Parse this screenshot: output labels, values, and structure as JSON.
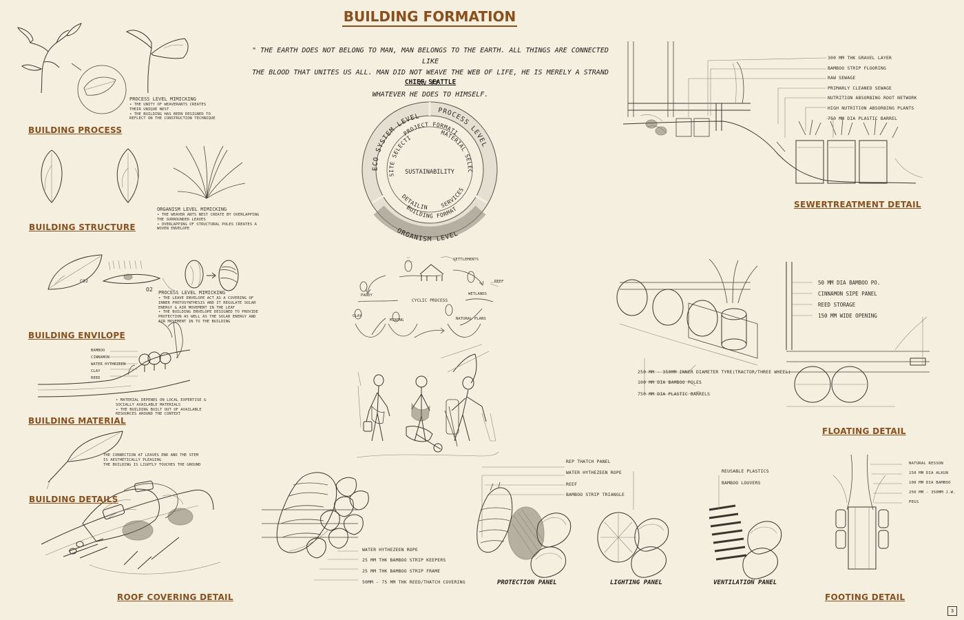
{
  "title": "BUILDING FORMATION",
  "quote": {
    "lines": [
      "\" THE EARTH DOES NOT BELONG TO MAN, MAN BELONGS TO THE EARTH. ALL THINGS ARE CONNECTED LIKE",
      "THE BLOOD THAT UNITES US ALL. MAN DID NOT WEAVE THE WEB OF LIFE, HE IS MERELY A STRAND IN IT.",
      "WHATEVER HE DOES TO HIMSELF."
    ],
    "author": "CHIEF SEATTLE"
  },
  "sections": {
    "building_process": {
      "heading": "BUILDING PROCESS",
      "note_title": "PROCESS LEVEL MIMICKING",
      "note_lines": [
        "• THE UNITY OF WEAVERANTS CREATES",
        "  THEIR UNIQUE NEST",
        "• THE BUILDING HAS BEEN DESIGNED TO",
        "  REFLECT ON THE CONSTRUCTION TECHNIQUE"
      ]
    },
    "building_structure": {
      "heading": "BUILDING STRUCTURE",
      "note_title": "ORGANISM LEVEL MIMICKING",
      "note_lines": [
        "• THE WEAVER ANTS NEST CREATE BY OVERLAPPING",
        "  THE SURROUNDED LEAVES",
        "• OVERLAPPING OF STRUCTURAL POLES CREATES A",
        "  WOVEN ENVELOPE"
      ]
    },
    "building_envelope": {
      "heading": "BUILDING ENVILOPE",
      "note_title": "PROCESS LEVEL MIMICKING",
      "note_lines": [
        "• THE LEAVE ENVELOPE ACT AS A COVERING OF",
        "  INNER PHOTOSYNTHESIS AND IT REGULATE SOLAR",
        "  ENERGY & AIR MOVEMENT IN THE LEAF",
        "• THE BUILDING ENVELOPE DESIGNED TO PROVIDE",
        "  PROTECTION AS WELL AS THE SOLAR ENERGY AND",
        "  AIR MOVEMENT IN TO THE BUILDING"
      ],
      "leaf_labels": [
        "CO2",
        "O2"
      ]
    },
    "building_material": {
      "heading": "BUILDING MATERIAL",
      "labels": [
        "BAMBOO",
        "CINNAMON",
        "WATER HYTHEZEEN",
        "CLAY",
        "REED"
      ],
      "note_lines": [
        "• MATERIAL DEPENDS ON LOCAL EXPERTISE &",
        "  SOCIALLY AVAILABLE MATERIALS",
        "• THE BUILDING BUILT OUT OF AVAILABLE",
        "  RESOURCES AROUND THE CONTEXT"
      ]
    },
    "building_details": {
      "heading": "BUILDING DETAILS",
      "note_lines": [
        "THE CONNECTION AT LEAVES END AND THE STEM",
        "IS AESTHETICALLY PLEASING",
        "THE BUILDING IS LIGHTLY TOUCHES THE GROUND"
      ]
    },
    "roof_covering": {
      "heading": "ROOF COVERING DETAIL"
    }
  },
  "ring_diagram": {
    "center": "SUSTAINABILITY",
    "outer": [
      "ECO SYSTEM LEVEL",
      "PROCESS LEVEL",
      "ORGANISM LEVEL"
    ],
    "inner": [
      "PROJECT FORMATION",
      "MATERIAL SELECTION",
      "SITE SELECTION",
      "DETAILING",
      "SERVICES",
      "BUILDING FORMATION"
    ]
  },
  "cycle_diagram": {
    "center": "CYCLIC PROCESS",
    "nodes": [
      "SETTLEMENTS",
      "PADDY",
      "WETLANDS",
      "REEF",
      "CLAY",
      "MINING",
      "NATURAL PLANS"
    ]
  },
  "panel_detail": {
    "labels": [
      "WATER HYTHEZEEN ROPE",
      "25 mm THK BAMBOO STRIP KEEPERS",
      "25 mm THK BAMBOO STRIP FRAME",
      "50mm - 75 mm THK REED/THATCH COVERING"
    ]
  },
  "panels": {
    "labels": [
      "REP THATCH PANEL",
      "WATER HYTHEZEEN ROPE",
      "REEF",
      "BAMBOO STRIP TRIANGLE",
      "REUSABLE PLASTICS",
      "BAMBOO LOUVERS"
    ],
    "captions": [
      "PROTECTION PANEL",
      "LIGHTING PANEL",
      "VENTILATION PANEL"
    ]
  },
  "sewer": {
    "heading": "SEWERTREATMENT DETAIL",
    "labels": [
      "300 mm THK GRAVEL LAYER",
      "BAMBOO STRIP FLOORING",
      "RAW SEWAGE",
      "PRIMARLY CLEANED SEWAGE",
      "NUTRITION ABSORBING ROOT NETWORK",
      "HIGH NUTRITION ABSORBING PLANTS",
      "750 mm DIA PLASTIC BARREL"
    ]
  },
  "floating": {
    "heading": "FLOATING DETAIL",
    "labels_right": [
      "50 mm DIA BAMBOO PO.",
      "CINNAMON SIPE PANEL",
      "REED STORAGE",
      "150 mm WIDE OPENING"
    ],
    "labels_left": [
      "250 mm - 350mm INNER DIAMETER TYRE(TRACTOR/THREE WHEEL)",
      "100 mm DIA BAMBOO POLES",
      "750 mm DIA PLASTIC BARRELS"
    ]
  },
  "footing": {
    "heading": "FOOTING DETAIL",
    "labels": [
      "NATURAL RESSON",
      "150 mm DIA ALKUN",
      "100 mm DIA BAMBOO",
      "250 mm - 350mm J.W.",
      "PEGS"
    ]
  },
  "page_number": "3",
  "colors": {
    "paper": "#f4efdf",
    "heading": "#8a4f1a",
    "ink": "#3a342c"
  }
}
